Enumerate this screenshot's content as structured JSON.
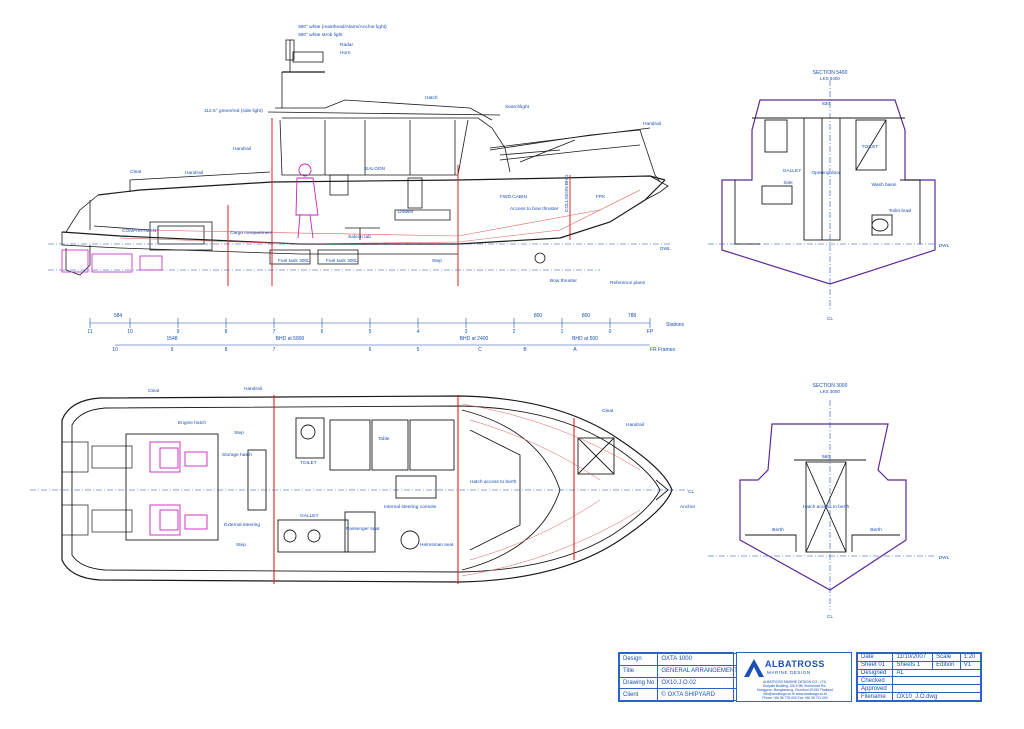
{
  "profile": {
    "labels": {
      "light_anchor": "360° white (masthead/Alarm/Anchor light)",
      "light_strobe": "360° white strob light",
      "radar": "Radar",
      "horn": "Horn",
      "hatch": "Hatch",
      "searchlight": "Searchlight",
      "handrail_fwd": "Handrail",
      "green_red": "112.5° green/red (side light)",
      "handrail_aft": "Handrail",
      "handrail_mid": "Handrail",
      "cleat": "Cleat",
      "saloon": "SALOON",
      "fwd_cabin": "FWD.CABIN",
      "access_bow": "Access to bow thruster",
      "collision": "COLLISION BHD.",
      "fpk": "FPK",
      "drawer": "Drawer",
      "saloon_tab": "Saloon tab",
      "cargo": "Cargo compartment",
      "fuel_tank1": "Fuel tank 300L",
      "fuel_tank2": "Fuel tank 300L",
      "step": "Step",
      "bow_thruster": "Bow thruster",
      "reference": "Reference plane",
      "dwl": "DWL",
      "gen": "Genset",
      "compartment": "COMPARTMENT",
      "bhd_a": "BHD at 5800",
      "bhd_b": "BHD at 2400",
      "bhd_c": "BHD at 500",
      "stations": "Stations",
      "frames": "FR Frames"
    },
    "station_numbers": [
      "11",
      "10",
      "9",
      "8",
      "7",
      "6",
      "5",
      "4",
      "3",
      "2",
      "1",
      "0",
      "FP"
    ],
    "frame_numbers": [
      "10",
      "9",
      "8",
      "7",
      "6",
      "5",
      "C",
      "B",
      "A"
    ],
    "dims": {
      "d1": "1548",
      "d2": "584",
      "d3": "800",
      "d4": "800",
      "d5": "788"
    }
  },
  "plan": {
    "labels": {
      "cleat_aft": "Cleat",
      "handrail_aft": "Handrail",
      "engine_hatch": "Engine hatch",
      "step_aft": "Step",
      "storage": "Storage hatch",
      "ext_steering": "External steering",
      "step_low": "Step",
      "toilet": "TOILET",
      "galley": "GALLEY",
      "table": "Table",
      "bench": "Hatch access to berth",
      "internal_steer": "Internal steering console",
      "passenger": "Passenger seat",
      "helmsman": "Helmsman seat",
      "cleat_fwd": "Cleat",
      "handrail_fwd": "Handrail",
      "anchor": "Anchor",
      "cl": "CL"
    }
  },
  "section_5400": {
    "title": "SECTION 5400",
    "sub": "LKS 5400",
    "galley": "GALLEY",
    "opening_door": "Opening door",
    "toilet": "TOILET",
    "sink": "Sink",
    "wash_basin": "Wash basin",
    "toilet_bowl": "Toilet bowl",
    "dwl": "DWL",
    "cl": "CL",
    "w": "830"
  },
  "section_3000": {
    "title": "SECTION 3000",
    "sub": "LKS 3000",
    "berth_l": "Berth",
    "berth_r": "Berth",
    "hatch_access": "Hatch access to berth",
    "dwl": "DWL",
    "cl": "CL",
    "w": "560"
  },
  "title_block": {
    "design_label": "Design",
    "design_value": "OXTA 1000",
    "title_label": "Title",
    "title_value": "GENERAL ARRANGEMENT",
    "drawing_label": "Drawing No",
    "drawing_value": "OX10.J.O.02",
    "client_label": "Client",
    "client_value": "© OXTA SHIPYARD",
    "date_label": "Date",
    "date_value": "11/10/2007",
    "scale_label": "Scale",
    "scale_value": "1:20",
    "sheet_label": "Sheet",
    "sheet_value": "01",
    "sheets_label": "Sheets",
    "sheets_value": "1",
    "edition_label": "Edition",
    "edition_value": "V1",
    "designed_label": "Designed",
    "designed_value": "AL",
    "checked_label": "Checked",
    "checked_value": "",
    "approved_label": "Approved",
    "approved_value": "",
    "filename_label": "Filename",
    "filename_value": "OX10_J.O.dwg"
  },
  "logo": {
    "brand": "ALBATROSS",
    "sub": "MARINE DESIGN",
    "line1": "ALBATROSS MARINE DESIGN CO., LTD.",
    "line2": "Suriyaki Building, 3/5-9 9th Sukhumvit Rd.,",
    "line3": "Nongprue, Banglamung, Chonburi 20150 Thailand",
    "line4": "info@amdesign.co.th  www.amdesign.co.th",
    "line5": "Phone +66 38 778 000  Fax +66 38 711 000"
  },
  "colors": {
    "line": "#1a1a1a",
    "dim": "#1a4fb5",
    "bulkhead": "#e02020",
    "magenta": "#cc22bb"
  }
}
